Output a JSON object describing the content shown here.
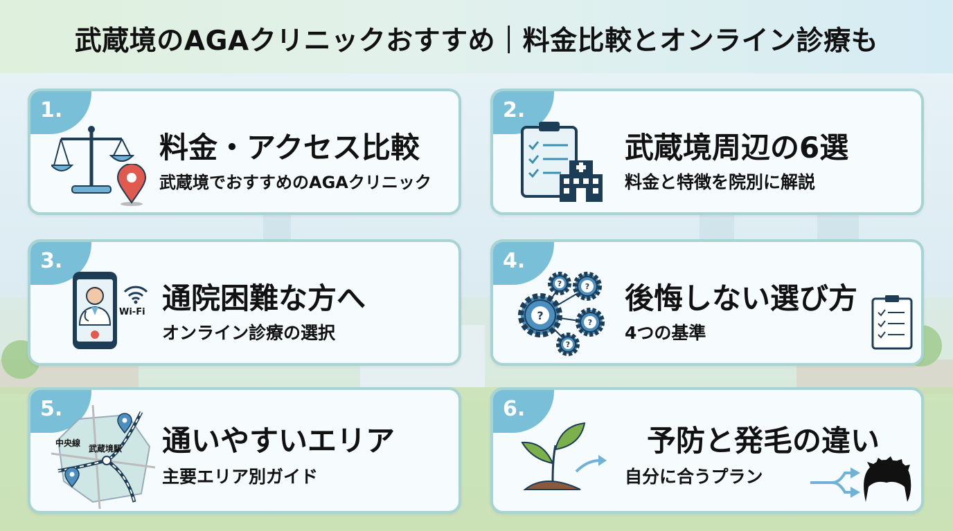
{
  "title": "武蔵境のAGAクリニックおすすめ｜料金比較とオンライン診療も",
  "cards": [
    {
      "number": "1.",
      "heading": "料金・アクセス比較",
      "subheading": "武蔵境でおすすめのAGAクリニック",
      "icons": [
        "scale-icon",
        "map-pin-icon"
      ]
    },
    {
      "number": "2.",
      "heading": "武蔵境周辺の6選",
      "subheading": "料金と特徴を院別に解説",
      "icons": [
        "clipboard-checklist-icon",
        "hospital-building-icon"
      ]
    },
    {
      "number": "3.",
      "heading": "通院困難な方へ",
      "subheading": "オンライン診療の選択",
      "icons": [
        "smartphone-doctor-icon",
        "wifi-icon"
      ],
      "wifi_label": "Wi-Fi"
    },
    {
      "number": "4.",
      "heading": "後悔しない選び方",
      "subheading": "4つの基準",
      "icons": [
        "question-gears-icon",
        "checklist-icon"
      ]
    },
    {
      "number": "5.",
      "heading": "通いやすいエリア",
      "subheading": "主要エリア別ガイド",
      "icons": [
        "area-map-icon"
      ],
      "map_labels": [
        "中央線",
        "武蔵境駅"
      ]
    },
    {
      "number": "6.",
      "heading": "予防と発毛の違い",
      "subheading": "自分に合うプラン",
      "icons": [
        "sprout-icon",
        "arrow-icon",
        "branch-arrow-icon",
        "hair-icon"
      ]
    }
  ],
  "colors": {
    "accent": "#79bfd8",
    "card_border": "#a6d3d3",
    "icon_blue": "#4a8fc0",
    "pin_red": "#e05a4f",
    "leaf_green": "#7bb04b"
  }
}
